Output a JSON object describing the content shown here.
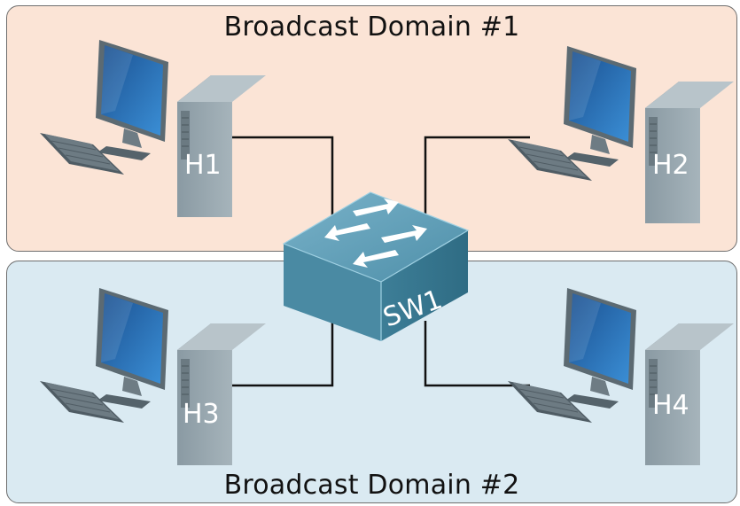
{
  "domains": [
    {
      "id": "d1",
      "label": "Broadcast Domain #1",
      "color": "#fbe4d6"
    },
    {
      "id": "d2",
      "label": "Broadcast Domain #2",
      "color": "#daeaf2"
    }
  ],
  "switch": {
    "label": "SW1",
    "color": "#4a8aa3"
  },
  "hosts": [
    {
      "label": "H1",
      "domain": "Broadcast Domain #1"
    },
    {
      "label": "H2",
      "domain": "Broadcast Domain #1"
    },
    {
      "label": "H3",
      "domain": "Broadcast Domain #2"
    },
    {
      "label": "H4",
      "domain": "Broadcast Domain #2"
    }
  ],
  "links": [
    {
      "from": "H1",
      "to": "SW1"
    },
    {
      "from": "H2",
      "to": "SW1"
    },
    {
      "from": "H3",
      "to": "SW1"
    },
    {
      "from": "H4",
      "to": "SW1"
    }
  ]
}
